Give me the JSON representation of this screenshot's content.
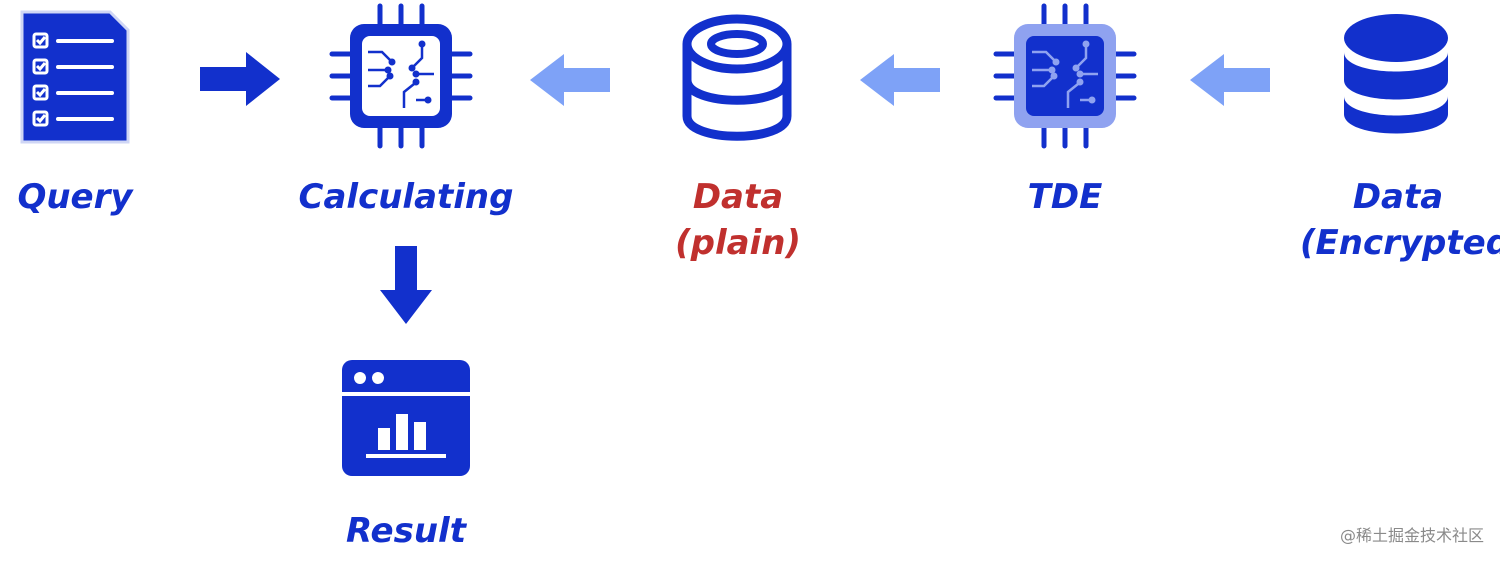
{
  "nodes": {
    "query": "Query",
    "calculating": "Calculating",
    "data_plain_line1": "Data",
    "data_plain_line2": "(plain)",
    "tde": "TDE",
    "data_encrypted_line1": "Data",
    "data_encrypted_line2": "(Encrypted)",
    "result": "Result"
  },
  "watermark": "@稀土掘金技术社区",
  "colors": {
    "primary": "#1230cc",
    "arrow_light": "#7ea2f7",
    "plain_label": "#c0302e",
    "tde_chip_fill": "#8fa2f0"
  },
  "icons": {
    "query": "checklist-document-icon",
    "calculating": "cpu-chip-icon",
    "data_plain": "database-outline-icon",
    "tde": "cpu-chip-icon",
    "data_encrypted": "database-solid-icon",
    "result": "bar-chart-window-icon"
  }
}
